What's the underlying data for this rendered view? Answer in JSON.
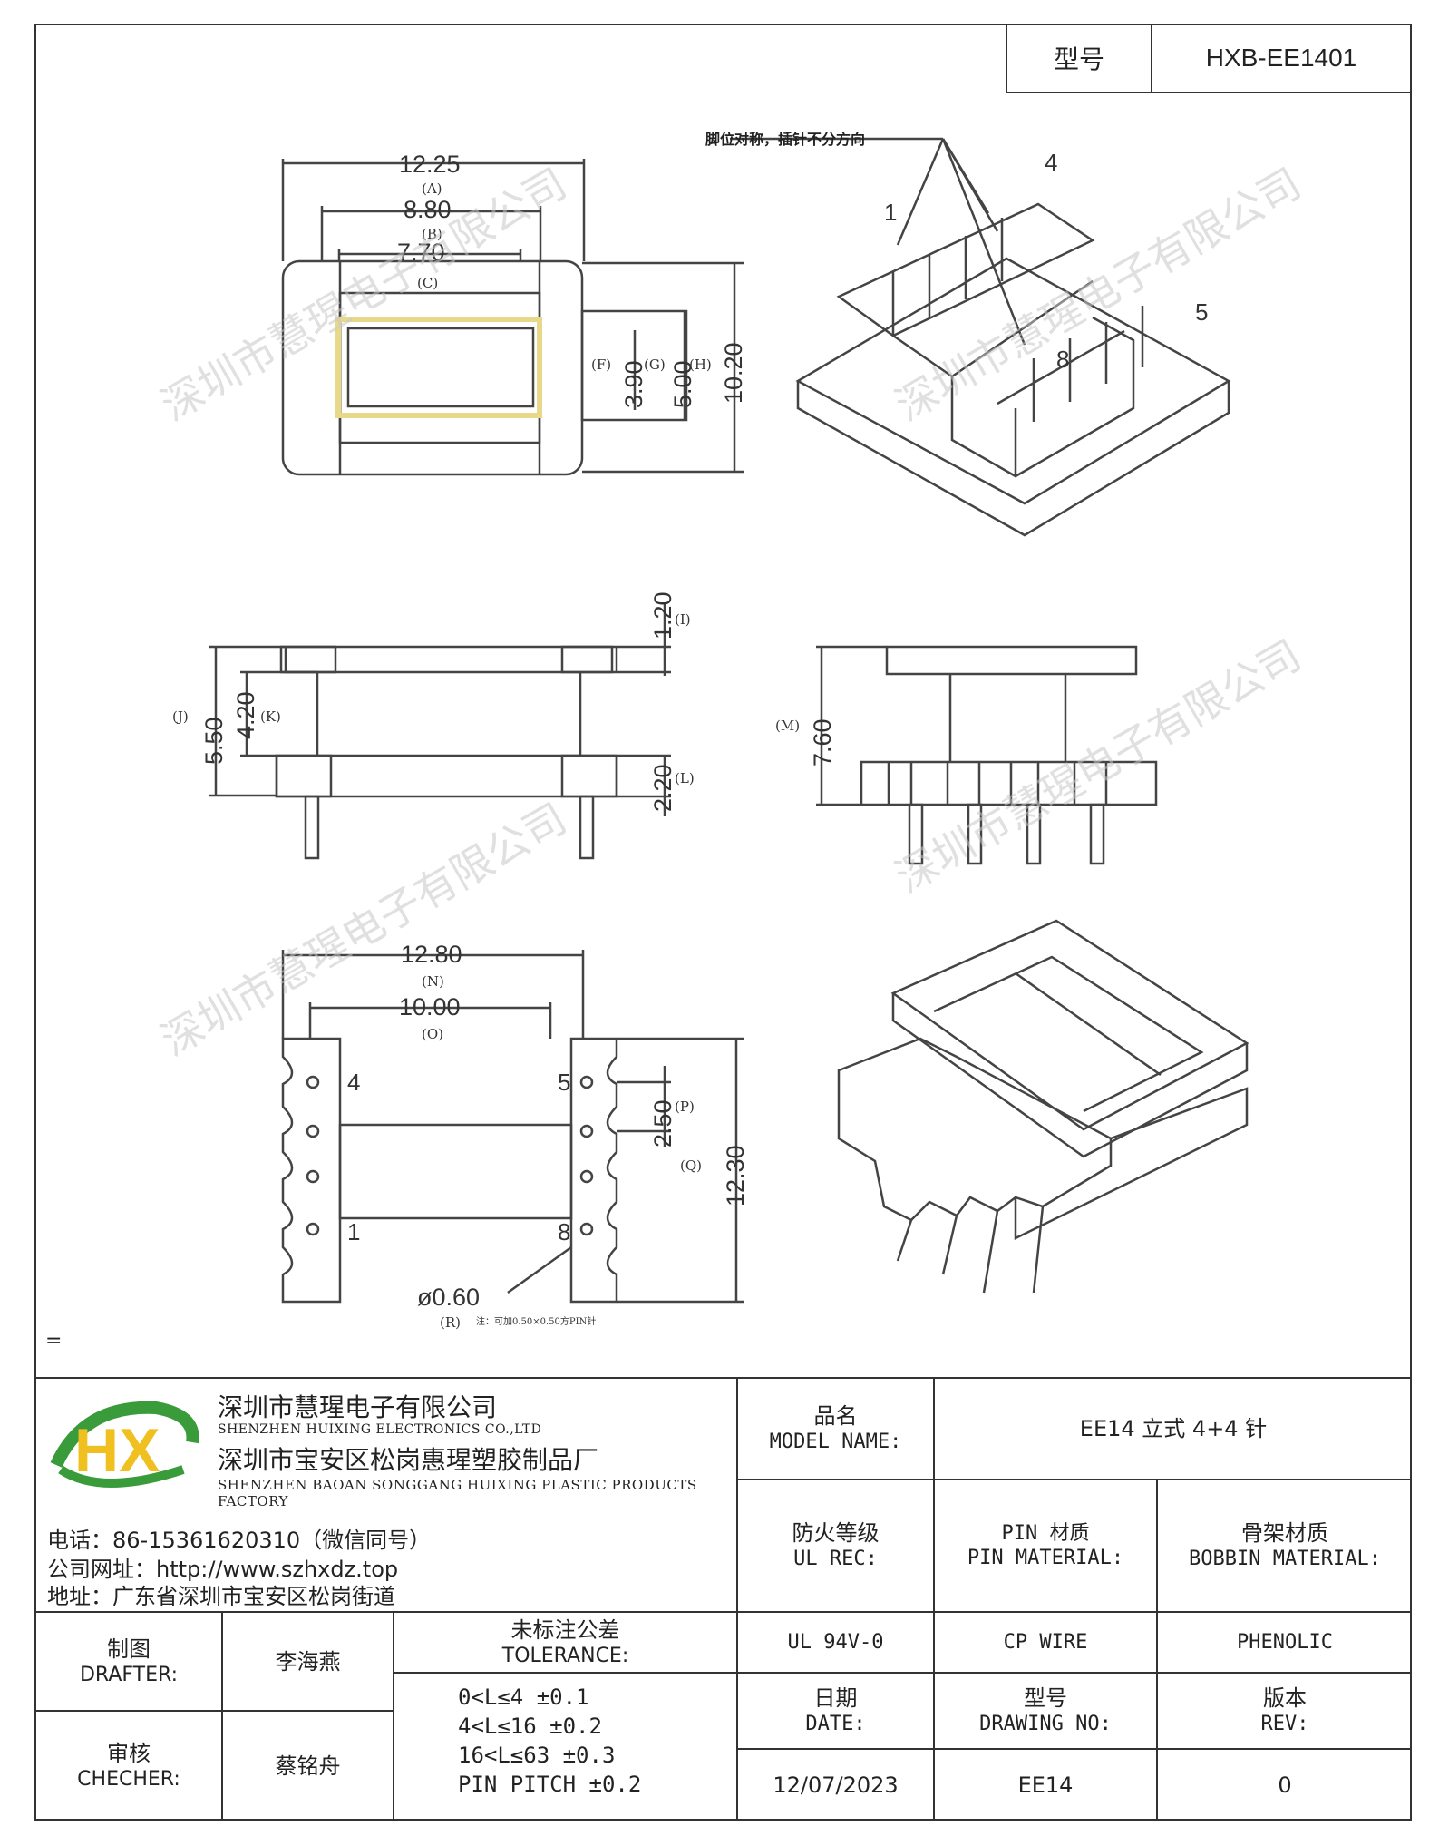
{
  "header": {
    "model_key": "型号",
    "model_value": "HXB-EE1401"
  },
  "drawing": {
    "note": "脚位对称，插针不分方向",
    "watermark": "深圳市慧瑆电子有限公司",
    "small_note": "注：可加0.50×0.50方PIN针",
    "pin_labels": [
      "1",
      "4",
      "5",
      "8"
    ],
    "dims": [
      {
        "value": "12.25",
        "tag": "(A)"
      },
      {
        "value": "8.80",
        "tag": "(B)"
      },
      {
        "value": "7.70",
        "tag": "(C)"
      },
      {
        "value": "3.90",
        "tag": "(F)"
      },
      {
        "value": "5.00",
        "tag": "(G)"
      },
      {
        "value": "10.20",
        "tag": "(H)"
      },
      {
        "value": "1.20",
        "tag": "(I)"
      },
      {
        "value": "5.50",
        "tag": "(J)"
      },
      {
        "value": "4.20",
        "tag": "(K)"
      },
      {
        "value": "2.20",
        "tag": "(L)"
      },
      {
        "value": "7.60",
        "tag": "(M)"
      },
      {
        "value": "12.80",
        "tag": "(N)"
      },
      {
        "value": "10.00",
        "tag": "(O)"
      },
      {
        "value": "2.50",
        "tag": "(P)"
      },
      {
        "value": "12.30",
        "tag": "(Q)"
      },
      {
        "value": "ø0.60",
        "tag": "(R)"
      }
    ]
  },
  "footer_mark": "=",
  "company": {
    "logo_text": "HX",
    "name_cn": "深圳市慧瑆电子有限公司",
    "name_en": "SHENZHEN HUIXING ELECTRONICS CO.,LTD",
    "factory_cn": "深圳市宝安区松岗惠瑆塑胶制品厂",
    "factory_en": "SHENZHEN BAOAN SONGGANG HUIXING PLASTIC PRODUCTS FACTORY",
    "phone": "电话：86-15361620310（微信同号）",
    "website": "公司网址：http://www.szhxdz.top",
    "address": "地址：广东省深圳市宝安区松岗街道"
  },
  "titleblock": {
    "model_name_cn": "品名",
    "model_name_en": "MODEL NAME:",
    "model_name_value": "EE14 立式 4+4 针",
    "ul_cn": "防火等级",
    "ul_en": "UL REC:",
    "pin_mat_cn": "PIN 材质",
    "pin_mat_en": "PIN MATERIAL:",
    "bobbin_mat_cn": "骨架材质",
    "bobbin_mat_en": "BOBBIN MATERIAL:",
    "ul_value": "UL 94V-0",
    "pin_value": "CP WIRE",
    "bobbin_value": "PHENOLIC",
    "drafter_cn": "制图",
    "drafter_en": "DRAFTER:",
    "drafter_name": "李海燕",
    "checker_cn": "审核",
    "checker_en": "CHECHER:",
    "checker_name": "蔡铭舟",
    "tol_cn": "未标注公差",
    "tol_en": "TOLERANCE:",
    "tolerances": [
      "0<L≤4  ±0.1",
      "4<L≤16 ±0.2",
      "16<L≤63 ±0.3",
      "PIN PITCH ±0.2"
    ],
    "date_cn": "日期",
    "date_en": "DATE:",
    "date_value": "12/07/2023",
    "dwg_cn": "型号",
    "dwg_en": "DRAWING NO:",
    "dwg_value": "EE14",
    "rev_cn": "版本",
    "rev_en": "REV:",
    "rev_value": "0"
  }
}
